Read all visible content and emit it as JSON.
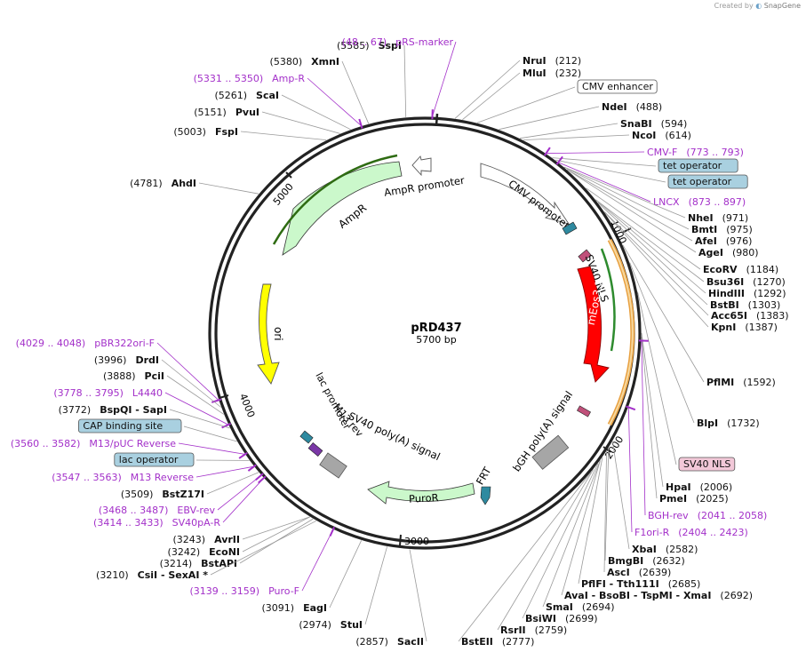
{
  "credit": {
    "prefix": "Created by",
    "brand": "SnapGene"
  },
  "plasmid": {
    "name": "pRD437",
    "length": "5700 bp"
  },
  "tick_labels": [
    "1000",
    "2000",
    "3000",
    "4000",
    "5000"
  ],
  "features": [
    {
      "id": "ampr",
      "label": "AmpR",
      "color": "#cbf8cb"
    },
    {
      "id": "ampr_promoter",
      "label": "AmpR promoter",
      "color": "#ffffff"
    },
    {
      "id": "cmv_promoter",
      "label": "CMV promoter",
      "color": "#ffffff"
    },
    {
      "id": "sv40_nls",
      "label": "SV40 NLS",
      "color": "#f0b0c0"
    },
    {
      "id": "meos",
      "label": "mEos3.2",
      "color": "#ff0000"
    },
    {
      "id": "bgh",
      "label": "bGH poly(A) signal",
      "color": "#a6a6a6"
    },
    {
      "id": "frt",
      "label": "FRT",
      "color": "#2e8aa0"
    },
    {
      "id": "puror",
      "label": "PuroR",
      "color": "#cbf8cb"
    },
    {
      "id": "sv40pa",
      "label": "SV40 poly(A) signal",
      "color": "#a6a6a6"
    },
    {
      "id": "m13rev",
      "label": "M13 rev",
      "color": "#7a37a6"
    },
    {
      "id": "lac_promoter",
      "label": "lac promoter",
      "color": "#ffffff"
    },
    {
      "id": "ori",
      "label": "ori",
      "color": "#ffff00"
    }
  ],
  "right_labels": [
    {
      "name": "NruI",
      "pos": "(212)",
      "kind": "site"
    },
    {
      "name": "MluI",
      "pos": "(232)",
      "kind": "site"
    },
    {
      "name": "CMV enhancer",
      "pos": "",
      "kind": "box-white"
    },
    {
      "name": "NdeI",
      "pos": "(488)",
      "kind": "site"
    },
    {
      "name": "SnaBI",
      "pos": "(594)",
      "kind": "site"
    },
    {
      "name": "NcoI",
      "pos": "(614)",
      "kind": "site"
    },
    {
      "name": "CMV-F",
      "pos": "(773 .. 793)",
      "kind": "primer"
    },
    {
      "name": "tet operator",
      "pos": "",
      "kind": "box-blue"
    },
    {
      "name": "tet operator",
      "pos": "",
      "kind": "box-blue"
    },
    {
      "name": "LNCX",
      "pos": "(873 .. 897)",
      "kind": "primer"
    },
    {
      "name": "NheI",
      "pos": "(971)",
      "kind": "site"
    },
    {
      "name": "BmtI",
      "pos": "(975)",
      "kind": "site"
    },
    {
      "name": "AfeI",
      "pos": "(976)",
      "kind": "site"
    },
    {
      "name": "AgeI",
      "pos": "(980)",
      "kind": "site"
    },
    {
      "name": "EcoRV",
      "pos": "(1184)",
      "kind": "site"
    },
    {
      "name": "Bsu36I",
      "pos": "(1270)",
      "kind": "site"
    },
    {
      "name": "HindIII",
      "pos": "(1292)",
      "kind": "site"
    },
    {
      "name": "BstBI",
      "pos": "(1303)",
      "kind": "site"
    },
    {
      "name": "Acc65I",
      "pos": "(1383)",
      "kind": "site"
    },
    {
      "name": "KpnI",
      "pos": "(1387)",
      "kind": "site"
    },
    {
      "name": "PflMI",
      "pos": "(1592)",
      "kind": "site"
    },
    {
      "name": "BlpI",
      "pos": "(1732)",
      "kind": "site"
    },
    {
      "name": "SV40 NLS",
      "pos": "",
      "kind": "box-pink"
    },
    {
      "name": "HpaI",
      "pos": "(2006)",
      "kind": "site"
    },
    {
      "name": "PmeI",
      "pos": "(2025)",
      "kind": "site"
    },
    {
      "name": "BGH-rev",
      "pos": "(2041 .. 2058)",
      "kind": "primer"
    },
    {
      "name": "F1ori-R",
      "pos": "(2404 .. 2423)",
      "kind": "primer"
    },
    {
      "name": "XbaI",
      "pos": "(2582)",
      "kind": "site"
    },
    {
      "name": "BmgBI",
      "pos": "(2632)",
      "kind": "site"
    },
    {
      "name": "AscI",
      "pos": "(2639)",
      "kind": "site"
    },
    {
      "name": "PflFI - Tth111I",
      "pos": "(2685)",
      "kind": "site"
    },
    {
      "name": "AvaI - BsoBI - TspMI - XmaI",
      "pos": "(2692)",
      "kind": "site"
    },
    {
      "name": "SmaI",
      "pos": "(2694)",
      "kind": "site"
    },
    {
      "name": "BsiWI",
      "pos": "(2699)",
      "kind": "site"
    },
    {
      "name": "RsrII",
      "pos": "(2759)",
      "kind": "site"
    },
    {
      "name": "BstEII",
      "pos": "(2777)",
      "kind": "site"
    }
  ],
  "left_labels": [
    {
      "name": "SspI",
      "pos": "(5585)",
      "kind": "site"
    },
    {
      "name": "pRS-marker",
      "pos": "(48 .. 67)",
      "kind": "primer"
    },
    {
      "name": "XmnI",
      "pos": "(5380)",
      "kind": "site"
    },
    {
      "name": "Amp-R",
      "pos": "(5331 .. 5350)",
      "kind": "primer"
    },
    {
      "name": "ScaI",
      "pos": "(5261)",
      "kind": "site"
    },
    {
      "name": "PvuI",
      "pos": "(5151)",
      "kind": "site"
    },
    {
      "name": "FspI",
      "pos": "(5003)",
      "kind": "site"
    },
    {
      "name": "AhdI",
      "pos": "(4781)",
      "kind": "site"
    },
    {
      "name": "pBR322ori-F",
      "pos": "(4029 .. 4048)",
      "kind": "primer"
    },
    {
      "name": "DrdI",
      "pos": "(3996)",
      "kind": "site"
    },
    {
      "name": "PciI",
      "pos": "(3888)",
      "kind": "site"
    },
    {
      "name": "L4440",
      "pos": "(3778 .. 3795)",
      "kind": "primer"
    },
    {
      "name": "BspQI - SapI",
      "pos": "(3772)",
      "kind": "site"
    },
    {
      "name": "CAP binding site",
      "pos": "",
      "kind": "box-blue"
    },
    {
      "name": "M13/pUC Reverse",
      "pos": "(3560 .. 3582)",
      "kind": "primer"
    },
    {
      "name": "lac operator",
      "pos": "",
      "kind": "box-blue"
    },
    {
      "name": "M13 Reverse",
      "pos": "(3547 .. 3563)",
      "kind": "primer"
    },
    {
      "name": "BstZ17I",
      "pos": "(3509)",
      "kind": "site"
    },
    {
      "name": "EBV-rev",
      "pos": "(3468 .. 3487)",
      "kind": "primer"
    },
    {
      "name": "SV40pA-R",
      "pos": "(3414 .. 3433)",
      "kind": "primer"
    },
    {
      "name": "AvrII",
      "pos": "(3243)",
      "kind": "site"
    },
    {
      "name": "EcoNI",
      "pos": "(3242)",
      "kind": "site"
    },
    {
      "name": "BstAPI",
      "pos": "(3214)",
      "kind": "site"
    },
    {
      "name": "CsiI - SexAI *",
      "pos": "(3210)",
      "kind": "site"
    },
    {
      "name": "Puro-F",
      "pos": "(3139 .. 3159)",
      "kind": "primer"
    },
    {
      "name": "EagI",
      "pos": "(3091)",
      "kind": "site"
    },
    {
      "name": "StuI",
      "pos": "(2974)",
      "kind": "site"
    },
    {
      "name": "SacII",
      "pos": "(2857)",
      "kind": "site"
    }
  ],
  "colors": {
    "primer": "#a330c9",
    "box_blue": "#a9d0e0",
    "box_pink": "#f2c8d8",
    "line": "#9a9a9a",
    "ring": "#222222"
  }
}
